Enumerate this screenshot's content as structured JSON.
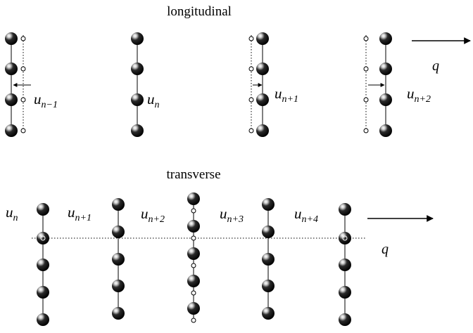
{
  "panels": {
    "longitudinal": {
      "title": "longitudinal",
      "wave_label": "q",
      "columns": [
        {
          "u": "u",
          "sub": "n−1"
        },
        {
          "u": "u",
          "sub": "n"
        },
        {
          "u": "u",
          "sub": "n+1"
        },
        {
          "u": "u",
          "sub": "n+2"
        }
      ]
    },
    "transverse": {
      "title": "transverse",
      "wave_label": "q",
      "labels": [
        {
          "u": "u",
          "sub": "n"
        },
        {
          "u": "u",
          "sub": "n+1"
        },
        {
          "u": "u",
          "sub": "n+2"
        },
        {
          "u": "u",
          "sub": "n+3"
        },
        {
          "u": "u",
          "sub": "n+4"
        }
      ]
    }
  },
  "colors": {
    "atom_dark": "#000000",
    "atom_highlight": "#ffffff",
    "line": "#000000"
  }
}
